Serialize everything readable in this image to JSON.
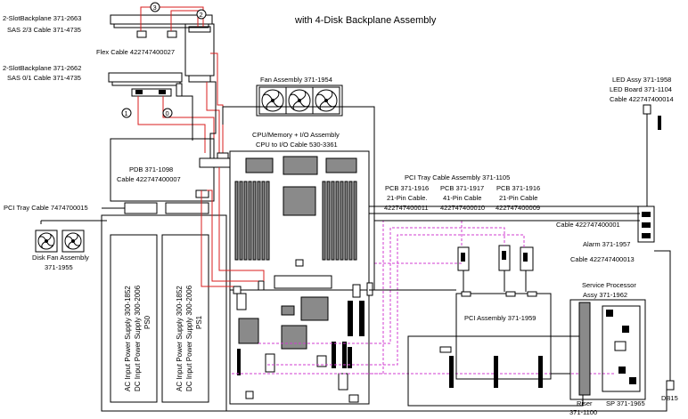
{
  "title": "with 4-Disk Backplane Assembly",
  "labels": {
    "bp2663": "2-SlotBackplane 371-2663",
    "sas23": "SAS 2/3 Cable 371-4735",
    "flex": "Flex Cable 422747400027",
    "bp2662": "2-SlotBackplane 371-2662",
    "sas01": "SAS 0/1 Cable 371-4735",
    "fan1": "Fan Assembly 371-1954",
    "cpu1": "CPU/Memory + I/O Assembly",
    "cpu2": "CPU to I/O Cable 530-3361",
    "pdb1": "PDB 371-1098",
    "pdb2": "Cable 422747400007",
    "pcitray": "PCI Tray Cable 7474700015",
    "diskfan1": "Disk Fan Assembly",
    "diskfan2": "371-1955",
    "ps0a": "AC Input Power Supply 300-1852",
    "ps0b": "DC Input Power Supply 300-2006",
    "ps0c": "PS0",
    "ps1a": "AC Input Power Supply 300-1852",
    "ps1b": "DC Input Power Supply 300-2006",
    "ps1c": "PS1",
    "traycab": "PCI Tray Cable Assembly 371-1105",
    "pcb1916a": "PCB 371-1916",
    "pcb1917": "PCB 371-1917",
    "pcb1916b": "PCB 371-1916",
    "pin21a": "21-Pin Cable.",
    "pin41": "41-Pin Cable",
    "pin21b": "21-Pin Cable",
    "cab11": "422747400011",
    "cab10": "422747400010",
    "cab09": "422747400009",
    "led1": "LED Assy 371-1958",
    "led2": "LED Board 371-1104",
    "led3": "Cable 422747400014",
    "cab01": "Cable 422747400001",
    "alarm": "Alarm 371-1957",
    "cab13": "Cable 422747400013",
    "sp1": "Service Processor",
    "sp2": "Assy 371-1962",
    "pciassy": "PCI Assembly 371-1959",
    "riser1": "Riser",
    "riser2": "371-1100",
    "sp1965": "SP 371-1965",
    "db15": "DB15"
  },
  "markers": [
    "0",
    "1",
    "2",
    "3"
  ]
}
